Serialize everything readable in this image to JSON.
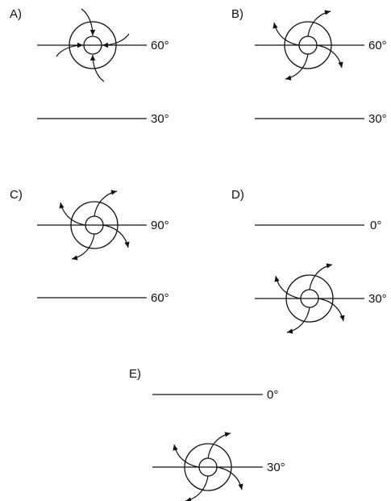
{
  "panels": [
    {
      "label": "A)",
      "lines": [
        "60°",
        "30°"
      ],
      "storm_on_line": 0,
      "flow": "inward"
    },
    {
      "label": "B)",
      "lines": [
        "60°",
        "30°"
      ],
      "storm_on_line": 0,
      "flow": "outward"
    },
    {
      "label": "C)",
      "lines": [
        "90°",
        "60°"
      ],
      "storm_on_line": 0,
      "flow": "outward"
    },
    {
      "label": "D)",
      "lines": [
        "0°",
        "30°"
      ],
      "storm_on_line": 1,
      "flow": "outward"
    },
    {
      "label": "E)",
      "lines": [
        "0°",
        "30°"
      ],
      "storm_on_line": 1,
      "flow": "outward"
    }
  ]
}
